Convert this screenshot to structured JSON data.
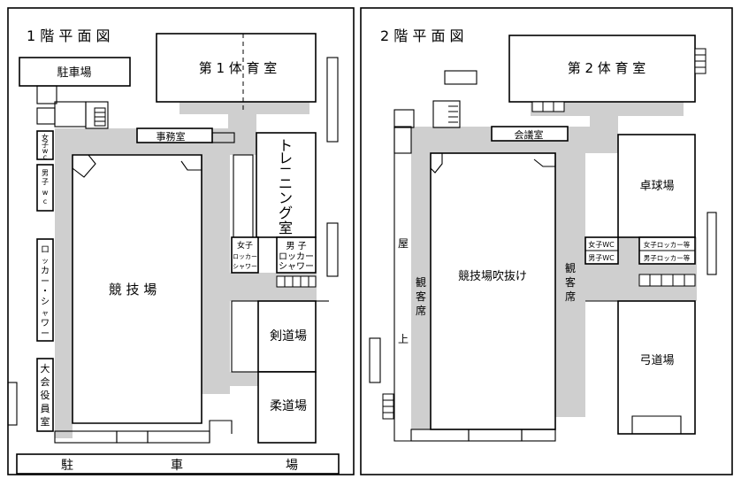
{
  "floor1": {
    "title": "1 階 平 面 図",
    "rooms": {
      "parking_top": "駐車場",
      "gym1": "第 1 体 育 室",
      "office": "事務室",
      "womens_wc": [
        "女",
        "子",
        "w",
        "c"
      ],
      "mens_wc": [
        "男",
        "子",
        "w",
        "c"
      ],
      "locker_shower": [
        "ロ",
        "ッ",
        "カ",
        "ー",
        "・",
        "シ",
        "ャ",
        "ワ",
        "ー"
      ],
      "arena": "競 技 場",
      "training": [
        "ト",
        "レ",
        "ー",
        "ニ",
        "ン",
        "グ",
        "室"
      ],
      "womens_locker": [
        "女子",
        "ロッカー",
        "シャワー"
      ],
      "mens_locker": [
        "男 子",
        "ロッカー",
        "シャワー"
      ],
      "kendo": "剣道場",
      "judo": "柔道場",
      "officials": [
        "大",
        "会",
        "役",
        "員",
        "室"
      ],
      "parking_bottom": [
        "駐",
        "車",
        "場"
      ]
    }
  },
  "floor2": {
    "title": "2 階 平 面 図",
    "rooms": {
      "gym2": "第 2 体 育 室",
      "meeting": "会議室",
      "table_tennis": "卓球場",
      "womens_wc": "女子WC",
      "mens_wc": "男子WC",
      "womens_locker": "女子ロッカー等",
      "mens_locker": "男子ロッカー等",
      "atrium": "競技場吹抜け",
      "stands_left": [
        "観",
        "客",
        "席"
      ],
      "stands_right": [
        "観",
        "客",
        "席"
      ],
      "roof_top": "屋",
      "roof_bottom": "上",
      "archery": "弓道場"
    }
  }
}
